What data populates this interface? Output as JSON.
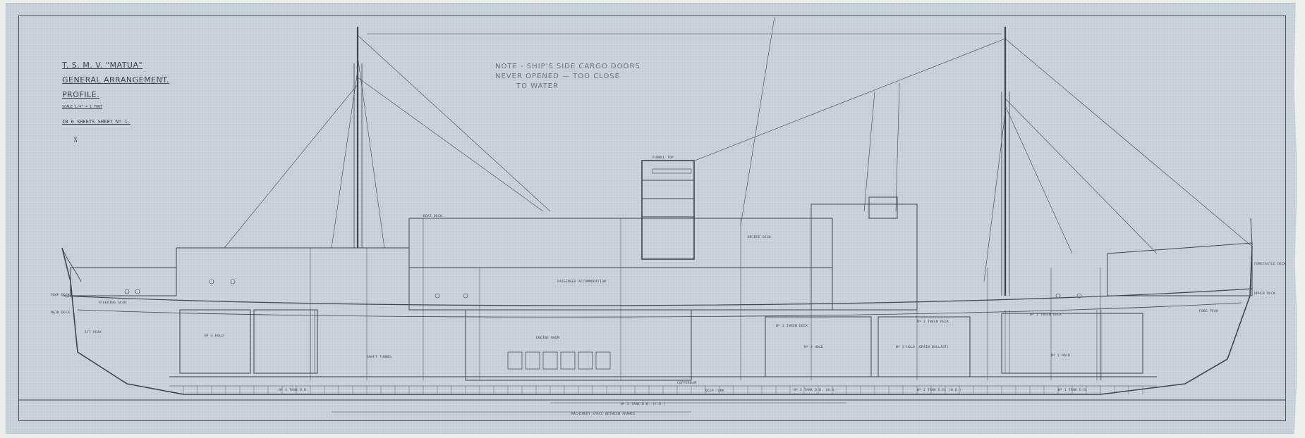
{
  "drawing": {
    "vessel": "T. S. M. V. \"MATUA\"",
    "title": "GENERAL ARRANGEMENT.",
    "subtitle": "PROFILE.",
    "scale": "SCALE 1/4\" = 1 FOOT",
    "sheet_info": "IN 6 SHEETS  SHEET Nº 1.",
    "signature_mark": "ɣ"
  },
  "handwritten_note": {
    "line1": "NOTE - SHIP'S SIDE CARGO DOORS",
    "line2": "NEVER OPENED — TOO CLOSE",
    "line3": "TO WATER"
  },
  "compartments": [
    {
      "id": "hold-4",
      "label": "Nº 4 HOLD"
    },
    {
      "id": "hold-3",
      "label": "Nº 3 HOLD"
    },
    {
      "id": "hold-2",
      "label": "Nº 2 HOLD (GRAIN BALLAST)"
    },
    {
      "id": "hold-1",
      "label": "Nº 1 HOLD"
    },
    {
      "id": "tween-deck-3",
      "label": "Nº 3 TWEEN DECK"
    },
    {
      "id": "tween-deck-2",
      "label": "Nº 2 TWEEN DECK"
    },
    {
      "id": "tween-deck-1",
      "label": "Nº 1 TWEEN DECK"
    },
    {
      "id": "engine-room",
      "label": "ENGINE ROOM"
    },
    {
      "id": "shaft-tunnel",
      "label": "SHAFT TUNNEL"
    },
    {
      "id": "passenger-accommodation",
      "label": "PASSENGER ACCOMMODATION"
    },
    {
      "id": "steering-gear",
      "label": "STEERING GEAR"
    },
    {
      "id": "fore-peak",
      "label": "FORE PEAK"
    },
    {
      "id": "aft-peak",
      "label": "AFT PEAK"
    }
  ],
  "bottom_labels": {
    "db_tank_4": "Nº 4 TANK  D.B.",
    "db_tank_3": "Nº 3 TANK  D.B. (W.B.)",
    "db_tank_2": "Nº 2 TANK  D.B. (W.B.)",
    "db_tank_1": "Nº 1 TANK  D.B.",
    "engine_room_length": "Nº 2 TANK  D.B. (F.O.)",
    "machinery_space": "MACHINERY SPACE BETWEEN FRAMES",
    "cofferdam": "COFFERDAM",
    "deep_tank": "DEEP TANK"
  },
  "deck_labels": {
    "poop_deck": "POOP DECK",
    "main_deck": "MAIN DECK",
    "boat_deck": "BOAT DECK",
    "bridge_deck": "BRIDGE DECK",
    "forecastle_deck": "FORECASTLE DECK",
    "upper_deck": "UPPER DECK",
    "funnel_top": "FUNNEL TOP"
  },
  "colors": {
    "paper": "#c9d3db",
    "ink": "#3c4650",
    "frame": "#4a5560",
    "pencil": "#6a737a",
    "margin": "#eceeec"
  }
}
